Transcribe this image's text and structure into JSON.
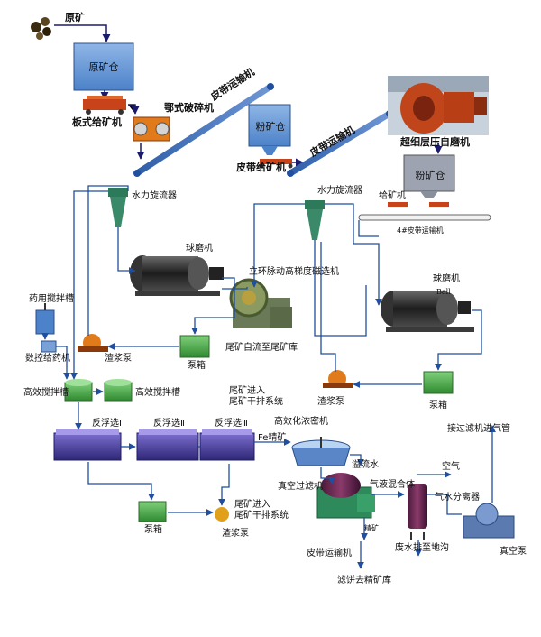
{
  "labels": {
    "raw_ore": "原矿",
    "raw_ore_bin": "原矿仓",
    "plate_feeder": "板式给矿机",
    "jaw_crusher": "鄂式破碎机",
    "belt_conveyor_1": "皮带运输机",
    "powder_bin_1": "粉矿仓",
    "belt_feeder": "皮带给矿机",
    "belt_conveyor_2": "皮带运输机",
    "ag_mill": "超细层压自磨机",
    "powder_bin_2": "粉矿仓",
    "feeder": "给矿机",
    "belt_conveyor_4": "4#皮带运输机",
    "hydrocyclone_1": "水力旋流器",
    "hydrocyclone_2": "水力旋流器",
    "ball_mill_1": "球磨机",
    "ball_mill_2": "球磨机",
    "ball_sublabel": "Ball",
    "magnetic_separator": "立环脉动高梯度磁选机",
    "reagent_tank": "药用搅拌槽",
    "nc_dosing": "数控给药机",
    "slurry_pump_1": "渣浆泵",
    "pump_box_1": "泵箱",
    "tailings_to_pond": "尾矿自流至尾矿库",
    "slurry_pump_2": "渣浆泵",
    "pump_box_2": "泵箱",
    "agitator_1": "高效搅拌槽",
    "agitator_2": "高效搅拌槽",
    "tailings_dry_1": "尾矿进入\n尾矿干排系统",
    "flotation_1": "反浮选Ⅰ",
    "flotation_2": "反浮选Ⅱ",
    "flotation_3": "反浮选Ⅲ",
    "fe_concentrate": "Fe精矿",
    "thickener": "高效化浓密机",
    "overflow_water": "溢流水",
    "vacuum_filter": "真空过滤机",
    "gas_liquid": "气液混合体",
    "air": "空气",
    "to_filter_air": "接过滤机进气管",
    "separator": "气水分离器",
    "vacuum_pump": "真空泵",
    "drain": "废水排至地沟",
    "concentrate": "精矿",
    "belt_conveyor_3": "皮带运输机",
    "filter_cake": "滤饼去精矿库",
    "pump_box_3": "泵箱",
    "slurry_pump_3": "渣浆泵",
    "tailings_dry_2": "尾矿进入\n尾矿干排系统"
  }
}
